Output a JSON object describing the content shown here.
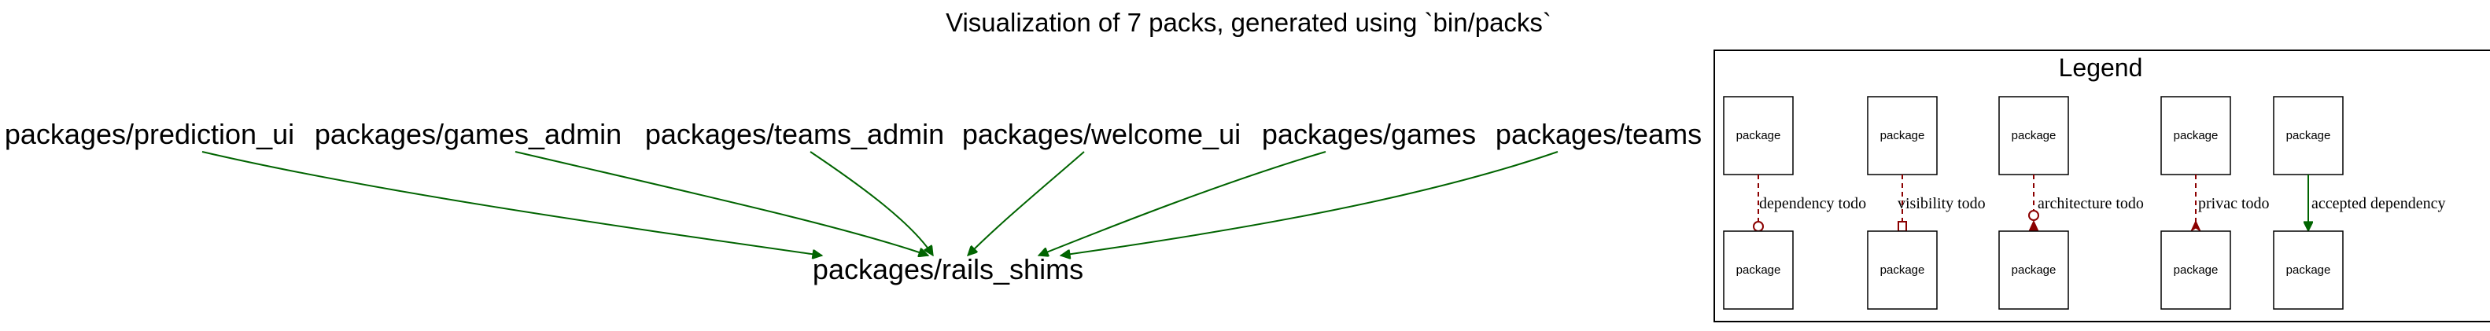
{
  "title": "Visualization of 7 packs, generated using `bin/packs`",
  "colors": {
    "accepted": "#006400",
    "todo": "#8b0000"
  },
  "nodes": {
    "prediction_ui": "packages/prediction_ui",
    "games_admin": "packages/games_admin",
    "teams_admin": "packages/teams_admin",
    "welcome_ui": "packages/welcome_ui",
    "games": "packages/games",
    "teams": "packages/teams",
    "rails_shims": "packages/rails_shims"
  },
  "edges": [
    {
      "from": "prediction_ui",
      "to": "rails_shims",
      "kind": "accepted dependency"
    },
    {
      "from": "games_admin",
      "to": "rails_shims",
      "kind": "accepted dependency"
    },
    {
      "from": "teams_admin",
      "to": "rails_shims",
      "kind": "accepted dependency"
    },
    {
      "from": "welcome_ui",
      "to": "rails_shims",
      "kind": "accepted dependency"
    },
    {
      "from": "games",
      "to": "rails_shims",
      "kind": "accepted dependency"
    },
    {
      "from": "teams",
      "to": "rails_shims",
      "kind": "accepted dependency"
    }
  ],
  "legend": {
    "title": "Legend",
    "box_label": "package",
    "items": [
      {
        "label": "dependency todo",
        "arrowhead": "open-circle",
        "style": "dashed",
        "color": "#8b0000"
      },
      {
        "label": "visibility todo",
        "arrowhead": "open-box",
        "style": "dashed",
        "color": "#8b0000"
      },
      {
        "label": "architecture todo",
        "arrowhead": "open-circle-filled-triangle",
        "style": "dashed",
        "color": "#8b0000"
      },
      {
        "label": "privac todo",
        "arrowhead": "filled-triangle-notched",
        "style": "dashed",
        "color": "#8b0000"
      },
      {
        "label": "accepted dependency",
        "arrowhead": "filled-triangle",
        "style": "solid",
        "color": "#006400"
      }
    ]
  }
}
